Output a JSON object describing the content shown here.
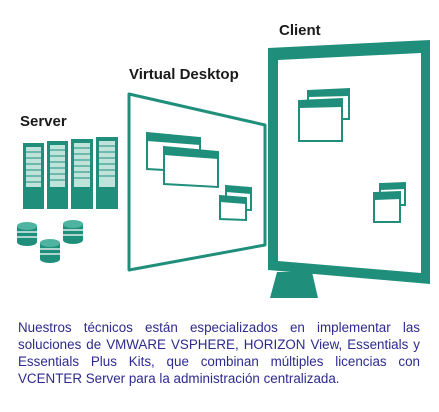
{
  "labels": {
    "client": "Client",
    "virtual_desktop": "Virtual Desktop",
    "server": "Server"
  },
  "caption": "Nuestros técnicos están especializados en implementar las soluciones de VMWARE VSPHERE, HORIZON View, Essentials y Essentials Plus Kits, que combinan múltiples licencias con VCENTER Server para la administración centralizada.",
  "colors": {
    "teal": "#1f8f7c",
    "teal_dark": "#156e60",
    "caption_text": "#2d2a8f"
  }
}
